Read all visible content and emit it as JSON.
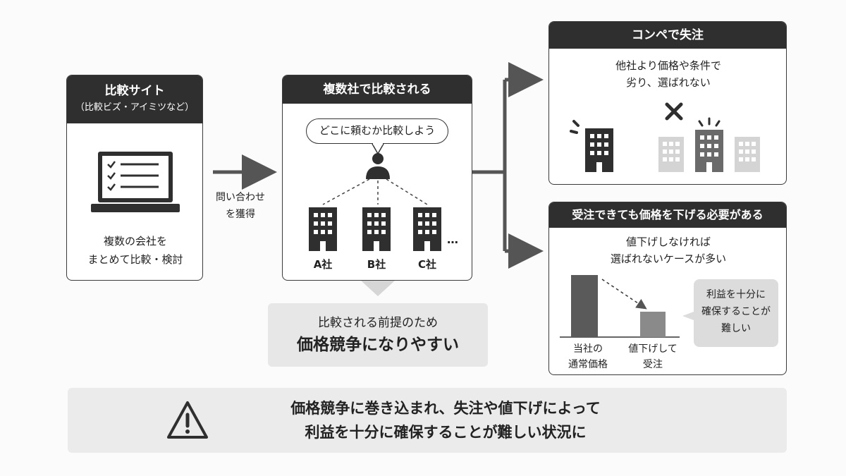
{
  "comparison_site": {
    "title": "比較サイト",
    "subtitle": "（比較ビズ・アイミツなど）",
    "desc_line1": "複数の会社を",
    "desc_line2": "まとめて比較・検討"
  },
  "arrow_label": {
    "line1": "問い合わせ",
    "line2": "を獲得"
  },
  "compared_box": {
    "title": "複数社で比較される",
    "speech": "どこに頼むか比較しよう",
    "companies": [
      "A社",
      "B社",
      "C社"
    ],
    "ellipsis": "…"
  },
  "premise": {
    "line1": "比較される前提のため",
    "line2": "価格競争になりやすい"
  },
  "lose_box": {
    "title": "コンペで失注",
    "line1": "他社より価格や条件で",
    "line2": "劣り、選ばれない"
  },
  "discount_box": {
    "title": "受注できても価格を下げる必要がある",
    "line1": "値下げしなければ",
    "line2": "選ばれないケースが多い",
    "bar_normal_label1": "当社の",
    "bar_normal_label2": "通常価格",
    "bar_discount_label1": "値下げして",
    "bar_discount_label2": "受注",
    "note_line1": "利益を十分に",
    "note_line2": "確保することが",
    "note_line3": "難しい"
  },
  "bottom": {
    "line1": "価格競争に巻き込まれ、失注や値下げによって",
    "line2": "利益を十分に確保することが難しい状況に"
  },
  "colors": {
    "dark": "#2f2f2f",
    "bar_normal": "#5a5a5a",
    "bar_discount": "#8a8a8a",
    "panel": "#e7e7e7"
  }
}
